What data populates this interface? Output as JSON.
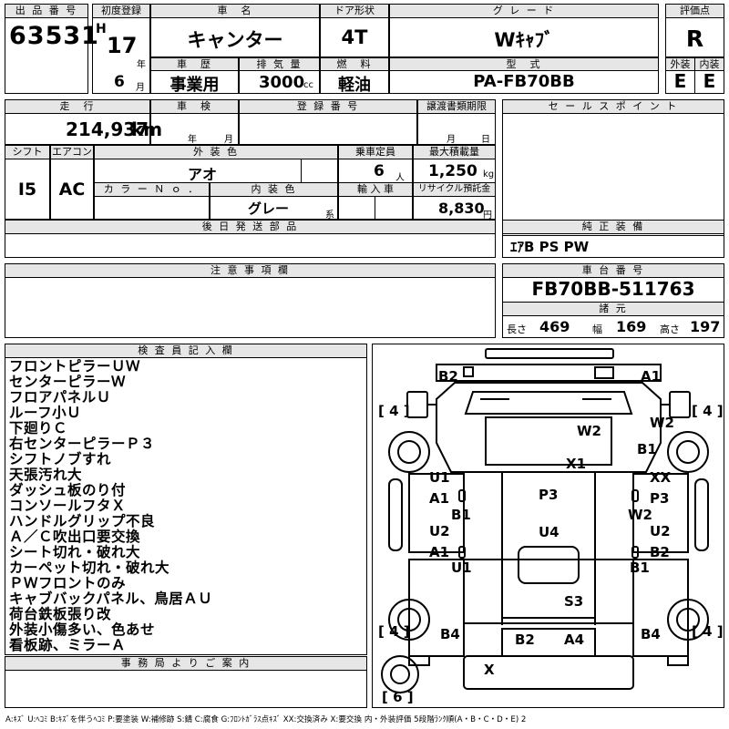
{
  "lot": {
    "label": "出 品 番 号",
    "value": "63531"
  },
  "first_reg": {
    "label": "初度登録",
    "era": "H",
    "year": "17",
    "year_unit": "年",
    "month": "6",
    "month_unit": "月"
  },
  "car_name": {
    "label": "車　名",
    "value": "キャンター"
  },
  "doors": {
    "label": "ドア形状",
    "value": "4T"
  },
  "grade": {
    "label": "グ レ ー ド",
    "value": "Wｷｬﾌﾞ"
  },
  "score": {
    "label": "評価点",
    "value": "R",
    "ext_label": "外装",
    "int_label": "内装",
    "ext": "E",
    "int": "E"
  },
  "history": {
    "label": "車　歴",
    "value": "事業用"
  },
  "displacement": {
    "label": "排 気 量",
    "value": "3000",
    "unit": "cc"
  },
  "fuel": {
    "label": "燃　料",
    "value": "軽油"
  },
  "model": {
    "label": "型　式",
    "value": "PA-FB70BB"
  },
  "mileage": {
    "label": "走　行",
    "value": "214,937",
    "unit": "km"
  },
  "inspection": {
    "label": "車　検",
    "year_unit": "年",
    "month_unit": "月"
  },
  "reg_no": {
    "label": "登 録 番 号"
  },
  "transfer_deadline": {
    "label": "譲渡書類期限",
    "month_unit": "月",
    "day_unit": "日"
  },
  "sales_point": {
    "label": "セ ー ル ス ポ イ ン ト"
  },
  "shift": {
    "label": "シフト",
    "value": "I5"
  },
  "aircon": {
    "label": "エアコン",
    "value": "AC"
  },
  "ext_color": {
    "label": "外 装 色",
    "value": "アオ"
  },
  "capacity": {
    "label": "乗車定員",
    "value": "6",
    "unit": "人"
  },
  "max_load": {
    "label": "最大積載量",
    "value": "1,250",
    "unit": "kg"
  },
  "color_no": {
    "label": "カ ラ ー Ｎ ｏ ．"
  },
  "int_color": {
    "label": "内 装 色",
    "value": "グレー",
    "suffix": "系"
  },
  "import": {
    "label": "輸 入 車"
  },
  "recycle": {
    "label": "リサイクル預託金",
    "value": "8,830",
    "unit": "円"
  },
  "later_parts": {
    "label": "後 日 発 送 部 品"
  },
  "genuine_equipment": {
    "label": "純 正 装 備",
    "value": "ｴｱB PS PW"
  },
  "notes": {
    "label": "注 意 事 項 欄"
  },
  "chassis_no": {
    "label": "車 台 番 号",
    "value": "FB70BB-511763"
  },
  "specs": {
    "label": "諸 元",
    "length_label": "長さ",
    "length": "469",
    "width_label": "幅",
    "width": "169",
    "height_label": "高さ",
    "height": "197"
  },
  "inspector": {
    "label": "検 査 員 記 入 欄",
    "remarks": [
      "フロントピラーＵＷ",
      "センターピラーＷ",
      "フロアパネルＵ",
      "ルーフ小Ｕ",
      "下廻りＣ",
      "右センターピラーＰ３",
      "シフトノブすれ",
      "天張汚れ大",
      "ダッシュ板のり付",
      "コンソールフタＸ",
      "ハンドルグリップ不良",
      "Ａ／Ｃ吹出口要交換",
      "シート切れ・破れ大",
      "カーペット切れ・破れ大",
      "ＰＷフロントのみ",
      "キャブバックパネル、鳥居ＡＵ",
      "荷台鉄板張り改",
      "外装小傷多い、色あせ",
      "看板跡、ミラーＡ"
    ]
  },
  "office": {
    "label": "事 務 局 よ り ご 案 内"
  },
  "legend": "A:ｷｽﾞ  U:ﾍｺﾐ  B:ｷｽﾞを伴うﾍｺﾐ  P:要塗装  W:補修跡  S:錆  C:腐食  G:ﾌﾛﾝﾄｶﾞﾗｽ点ｷｽﾞ  XX:交換済み  X:要交換   内・外装評価  5段階ﾗﾝｸ順(A・B・C・D・E) 2",
  "diagram": {
    "tire_labels": [
      "[ 4 ]",
      "[ 4 ]",
      "[ 4 ]",
      "[ 4 ]",
      "[ 6 ]"
    ],
    "marks": [
      "B2",
      "A1",
      "W2",
      "W2",
      "B1",
      "X1",
      "U1",
      "XX",
      "A1",
      "P3",
      "P3",
      "B1",
      "W2",
      "U4",
      "U2",
      "U2",
      "A1",
      "B2",
      "U1",
      "B1",
      "S3",
      "B4",
      "B2",
      "A4",
      "B4",
      "X"
    ]
  }
}
